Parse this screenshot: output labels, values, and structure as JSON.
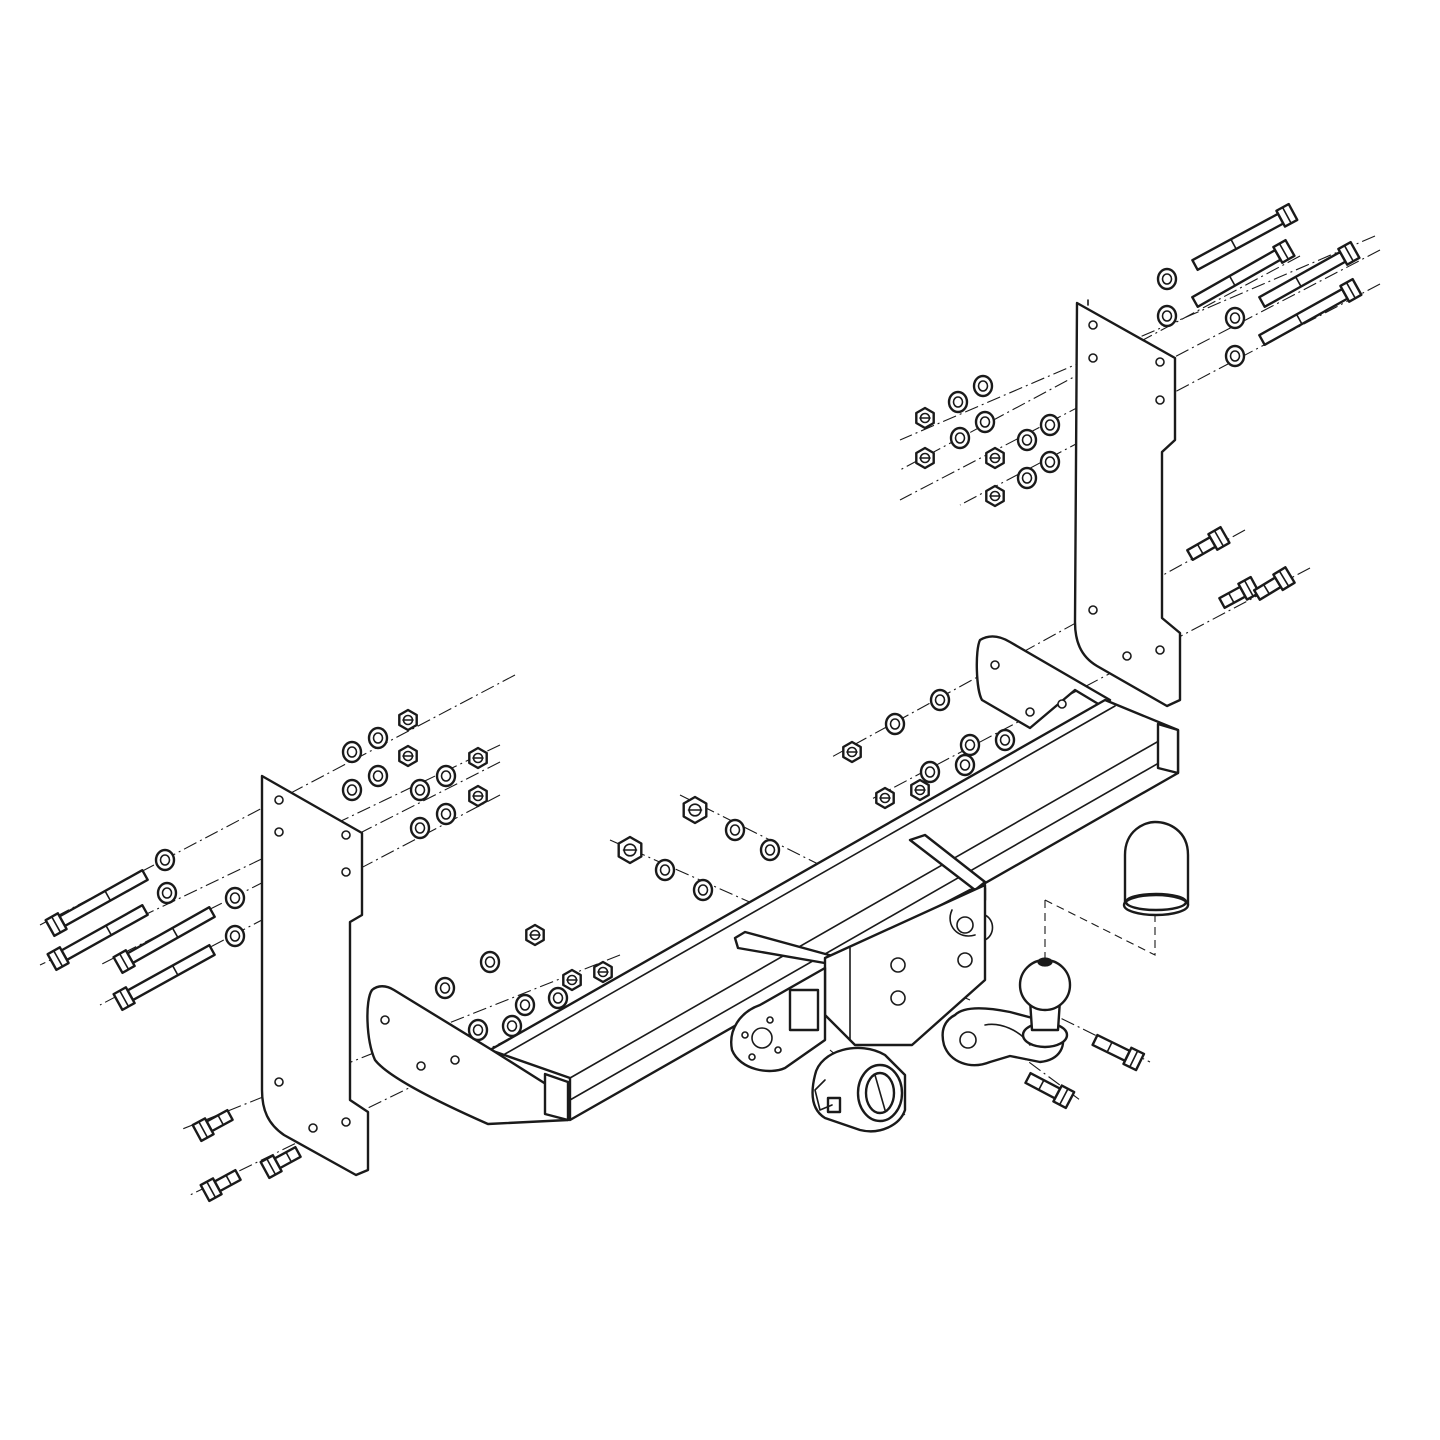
{
  "diagram": {
    "components": [
      "left-bracket-plate",
      "right-bracket-plate",
      "cross-beam",
      "tow-ball",
      "socket-plate",
      "electrical-socket",
      "tow-ball-cover",
      "bolts",
      "washers",
      "nuts"
    ]
  },
  "colors": {
    "line": "#1a1a1a",
    "background": "#ffffff"
  }
}
